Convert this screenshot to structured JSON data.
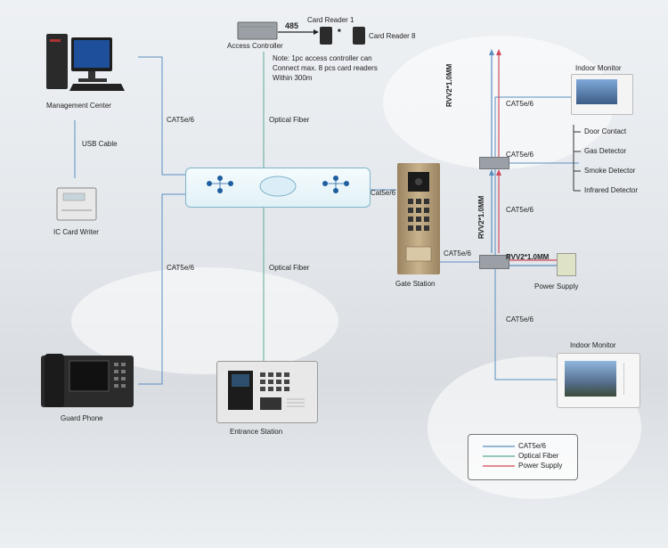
{
  "devices": {
    "management_center": "Management Center",
    "ic_card_writer": "IC Card Writer",
    "guard_phone": "Guard Phone",
    "access_controller": "Access Controller",
    "card_reader_1": "Card Reader 1",
    "card_reader_8": "Card Reader 8",
    "gate_station": "Gate Station",
    "entrance_station": "Entrance Station",
    "indoor_monitor_top": "Indoor Monitor",
    "indoor_monitor_bottom": "Indoor Monitor",
    "power_supply": "Power Supply"
  },
  "links": {
    "bus_485": "485",
    "usb_cable": "USB Cable",
    "cat5e_mgmt": "CAT5e/6",
    "cat5e_guard": "CAT5e/6",
    "fiber_top": "Optical Fiber",
    "fiber_bottom": "Optical Fiber",
    "cat5e_gate": "Cat5e/6",
    "cat5e_gate_out": "CAT5e/6",
    "cat5e_r1": "CAT5e/6",
    "cat5e_r2": "CAT5e/6",
    "cat5e_r3": "CAT5e/6",
    "cat5e_r4": "CAT5e/6",
    "rvv_1": "RVV2*1.0MM",
    "rvv_2": "RVV2*1.0MM",
    "rvv_3": "RVV2*1.0MM",
    "ellipsis": "■"
  },
  "note": {
    "line1": "Note:  1pc access controller can",
    "line2": "Connect max. 8 pcs card readers",
    "line3": "Within 300m"
  },
  "sensors": [
    "Door Contact",
    "Gas Detector",
    "Smoke Detector",
    "Infrared Detector"
  ],
  "legend": [
    {
      "label": "CAT5e/6",
      "color": "#5a8fc0"
    },
    {
      "label": "Optical Fiber",
      "color": "#5aaa96"
    },
    {
      "label": "Power Supply",
      "color": "#d24a5a"
    }
  ],
  "colors": {
    "cat5e": "#5a8fc0",
    "fiber": "#5aaa96",
    "power": "#d24a5a"
  }
}
